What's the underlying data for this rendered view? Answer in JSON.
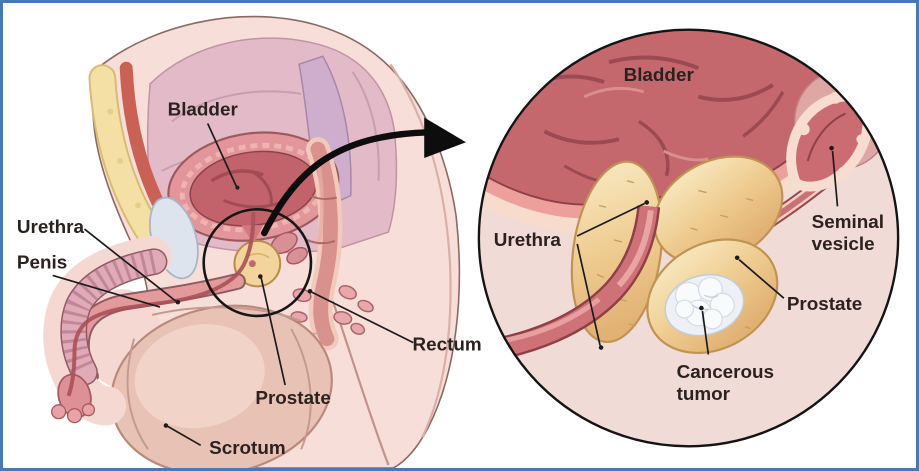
{
  "left_panel": {
    "labels": {
      "bladder": "Bladder",
      "urethra": "Urethra",
      "penis": "Penis",
      "prostate": "Prostate",
      "scrotum": "Scrotum",
      "rectum": "Rectum"
    }
  },
  "inset_panel": {
    "labels": {
      "bladder": "Bladder",
      "urethra": "Urethra",
      "seminal_vesicle": {
        "line1": "Seminal",
        "line2": "vesicle"
      },
      "prostate": "Prostate",
      "cancerous_tumor": {
        "line1": "Cancerous",
        "line2": "tumor"
      }
    }
  },
  "colors": {
    "border": "#4a77b5",
    "background": "#ffffff",
    "label_text": "#2b2220",
    "leader_line": "#1c1c1c",
    "arrow": "#0d0d0d",
    "skin": "#f7ded8",
    "fat_yellow": "#f4dfa5",
    "bladder_wall": "#e2959a",
    "bladder_interior": "#c2636b",
    "prostate_tan": "#f3d49c",
    "urethra_rose": "#cf7277",
    "rectum_rose": "#d8918d",
    "tumor_white": "#eef1f6",
    "inset_background": "#f0dbd6"
  }
}
